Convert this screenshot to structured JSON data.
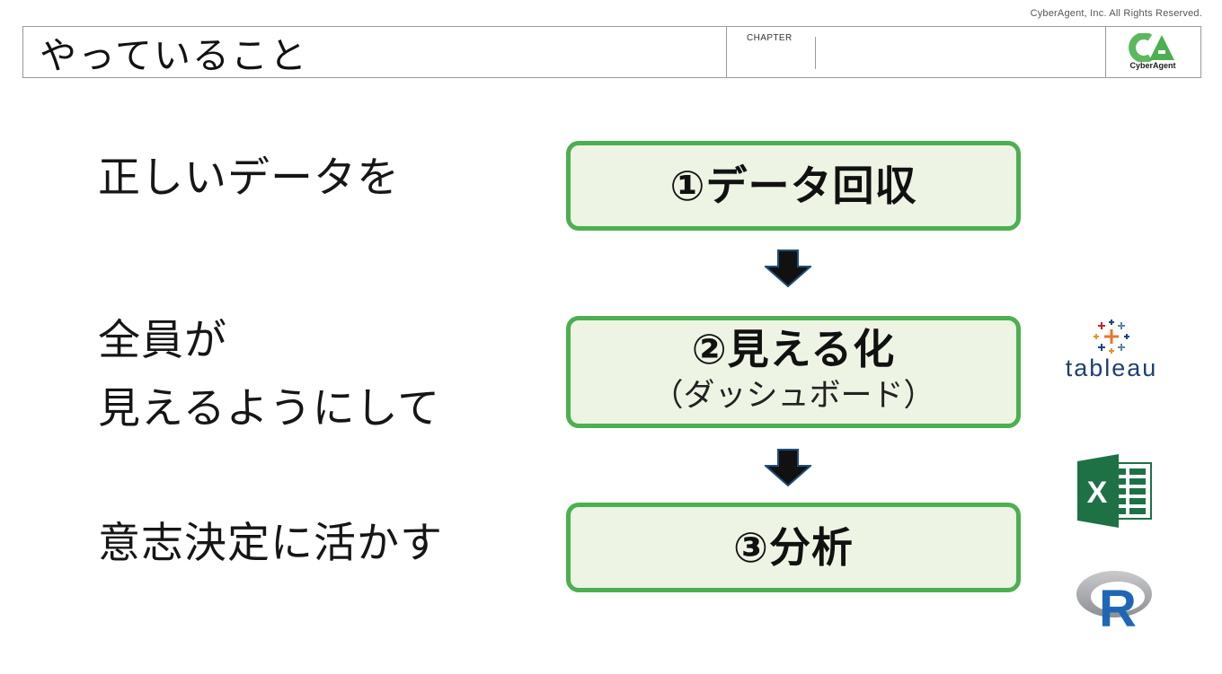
{
  "copyright": "CyberAgent, Inc. All Rights Reserved.",
  "header": {
    "title": "やっていること",
    "chapter_label": "CHAPTER",
    "logo_letters": "CA",
    "logo_text": "CyberAgent"
  },
  "left_text": {
    "line1": "正しいデータを",
    "line2": "全員が",
    "line3": "見えるようにして",
    "line4": "意志決定に活かす"
  },
  "steps": [
    {
      "label": "①データ回収"
    },
    {
      "label": "②見える化",
      "sublabel": "（ダッシュボード）"
    },
    {
      "label": "③分析"
    }
  ],
  "tools": {
    "tableau": "tableau",
    "excel_letter": "X",
    "r_letter": "R"
  },
  "colors": {
    "step_border": "#4caf50",
    "step_fill": "#edf4e4",
    "arrow": "#111111",
    "cyberagent_green": "#4caf50",
    "excel_green": "#1e7145",
    "r_blue": "#2166b5"
  }
}
